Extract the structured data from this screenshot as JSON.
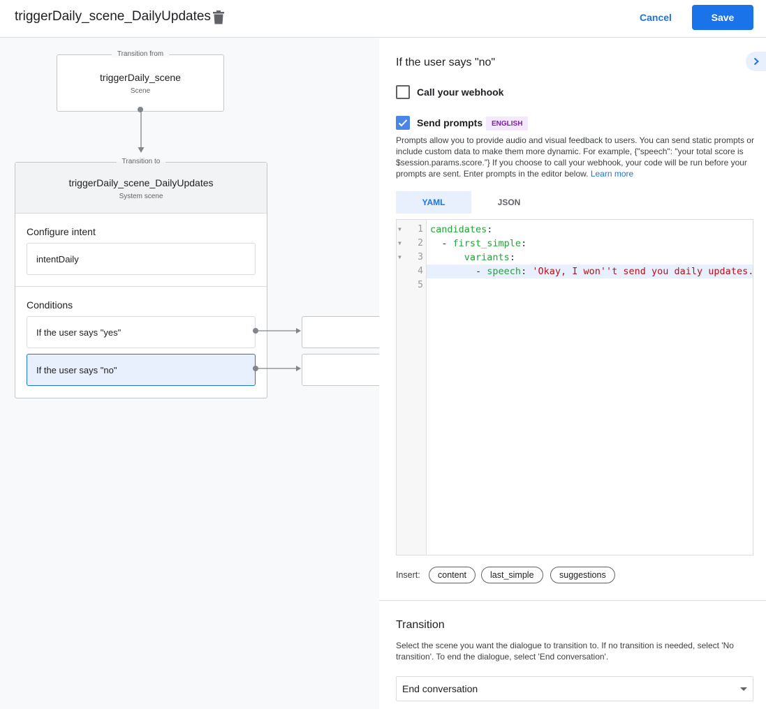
{
  "header": {
    "title": "triggerDaily_scene_DailyUpdates",
    "cancel_label": "Cancel",
    "save_label": "Save"
  },
  "canvas": {
    "from_node": {
      "legend": "Transition from",
      "title": "triggerDaily_scene",
      "subtitle": "Scene"
    },
    "to_node": {
      "legend": "Transition to",
      "title": "triggerDaily_scene_DailyUpdates",
      "subtitle": "System scene",
      "intent_label": "Configure intent",
      "intent_value": "intentDaily",
      "conditions_label": "Conditions",
      "conditions": [
        {
          "label": "If the user says \"yes\""
        },
        {
          "label": "If the user says \"no\"",
          "selected": true
        }
      ]
    }
  },
  "panel": {
    "title": "If the user says \"no\"",
    "webhook": {
      "label": "Call your webhook",
      "checked": false
    },
    "prompts": {
      "label": "Send prompts",
      "checked": true,
      "badge": "ENGLISH",
      "description": "Prompts allow you to provide audio and visual feedback to users. You can send static prompts or include custom data to make them more dynamic. For example, {\"speech\": \"your total score is $session.params.score.”} If you choose to call your webhook, your code will be run before your prompts are sent. Enter prompts in the editor below.",
      "learn_more": "Learn more"
    },
    "tabs": [
      {
        "label": "YAML",
        "active": true
      },
      {
        "label": "JSON",
        "active": false
      }
    ],
    "editor": {
      "lines": [
        {
          "n": "1",
          "indent": "",
          "dash": "",
          "key": "candidates",
          "val": ""
        },
        {
          "n": "2",
          "indent": "  ",
          "dash": "- ",
          "key": "first_simple",
          "val": ""
        },
        {
          "n": "3",
          "indent": "      ",
          "dash": "",
          "key": "variants",
          "val": ""
        },
        {
          "n": "4",
          "indent": "        ",
          "dash": "- ",
          "key": "speech",
          "val": "'Okay, I won''t send you daily updates.'"
        },
        {
          "n": "5",
          "indent": "",
          "dash": "",
          "key": "",
          "val": ""
        }
      ]
    },
    "insert": {
      "label": "Insert:",
      "chips": [
        "content",
        "last_simple",
        "suggestions"
      ]
    },
    "transition": {
      "title": "Transition",
      "description": "Select the scene you want the dialogue to transition to. If no transition is needed, select 'No transition'. To end the dialogue, select 'End conversation'.",
      "selected": "End conversation"
    }
  },
  "colors": {
    "accent": "#1a73e8",
    "selected_bg": "#e8f0fe",
    "badge_bg": "#f3e8fd",
    "badge_text": "#7b1fa2"
  }
}
